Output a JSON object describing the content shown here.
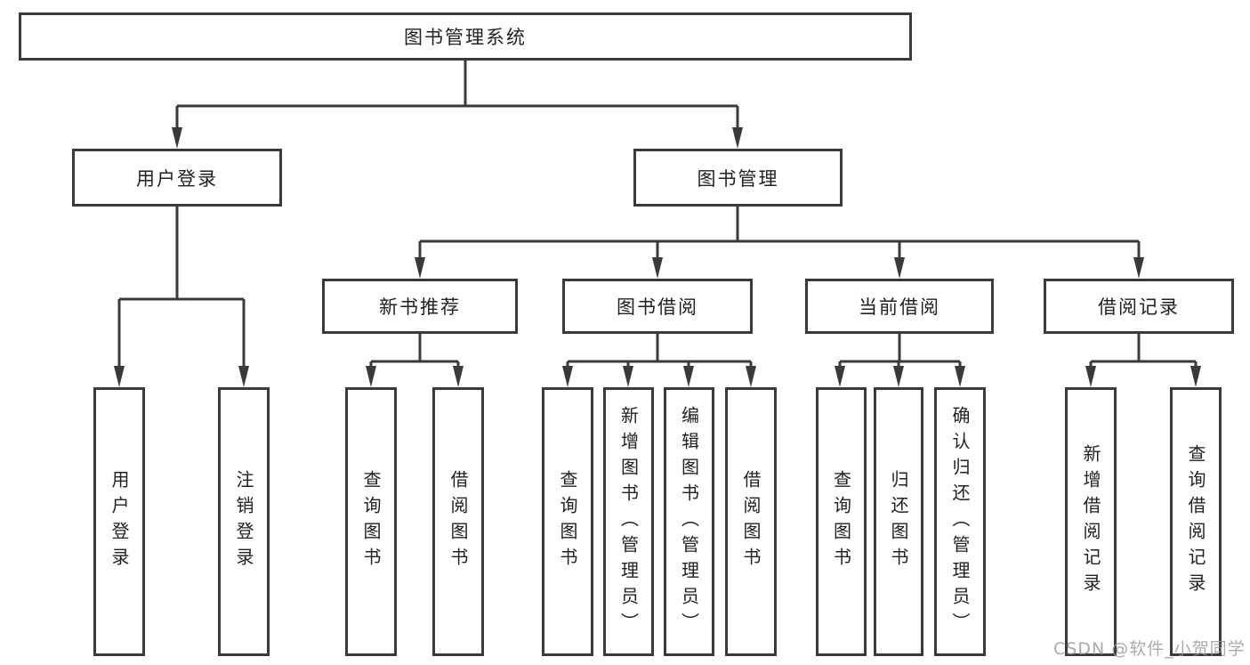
{
  "diagram": {
    "title_hint": "library-management-system function structure diagram",
    "root": {
      "label": "图书管理系统"
    },
    "branches": [
      {
        "label": "用户登录",
        "children": [
          {
            "label": "用户登录"
          },
          {
            "label": "注销登录"
          }
        ]
      },
      {
        "label": "图书管理",
        "children": [
          {
            "label": "新书推荐",
            "children": [
              {
                "label": "查询图书"
              },
              {
                "label": "借阅图书"
              }
            ]
          },
          {
            "label": "图书借阅",
            "children": [
              {
                "label": "查询图书"
              },
              {
                "label": "新增图书（管理员）"
              },
              {
                "label": "编辑图书（管理员）"
              },
              {
                "label": "借阅图书"
              }
            ]
          },
          {
            "label": "当前借阅",
            "children": [
              {
                "label": "查询图书"
              },
              {
                "label": "归还图书"
              },
              {
                "label": "确认归还（管理员）"
              }
            ]
          },
          {
            "label": "借阅记录",
            "children": [
              {
                "label": "新增借阅记录"
              },
              {
                "label": "查询借阅记录"
              }
            ]
          }
        ]
      }
    ],
    "watermark": "CSDN @软件_小贺同学",
    "colors": {
      "line": "#3a3a3a",
      "box_border": "#3a3a3a",
      "text": "#222222",
      "watermark": "#969696",
      "background": "#ffffff"
    }
  }
}
